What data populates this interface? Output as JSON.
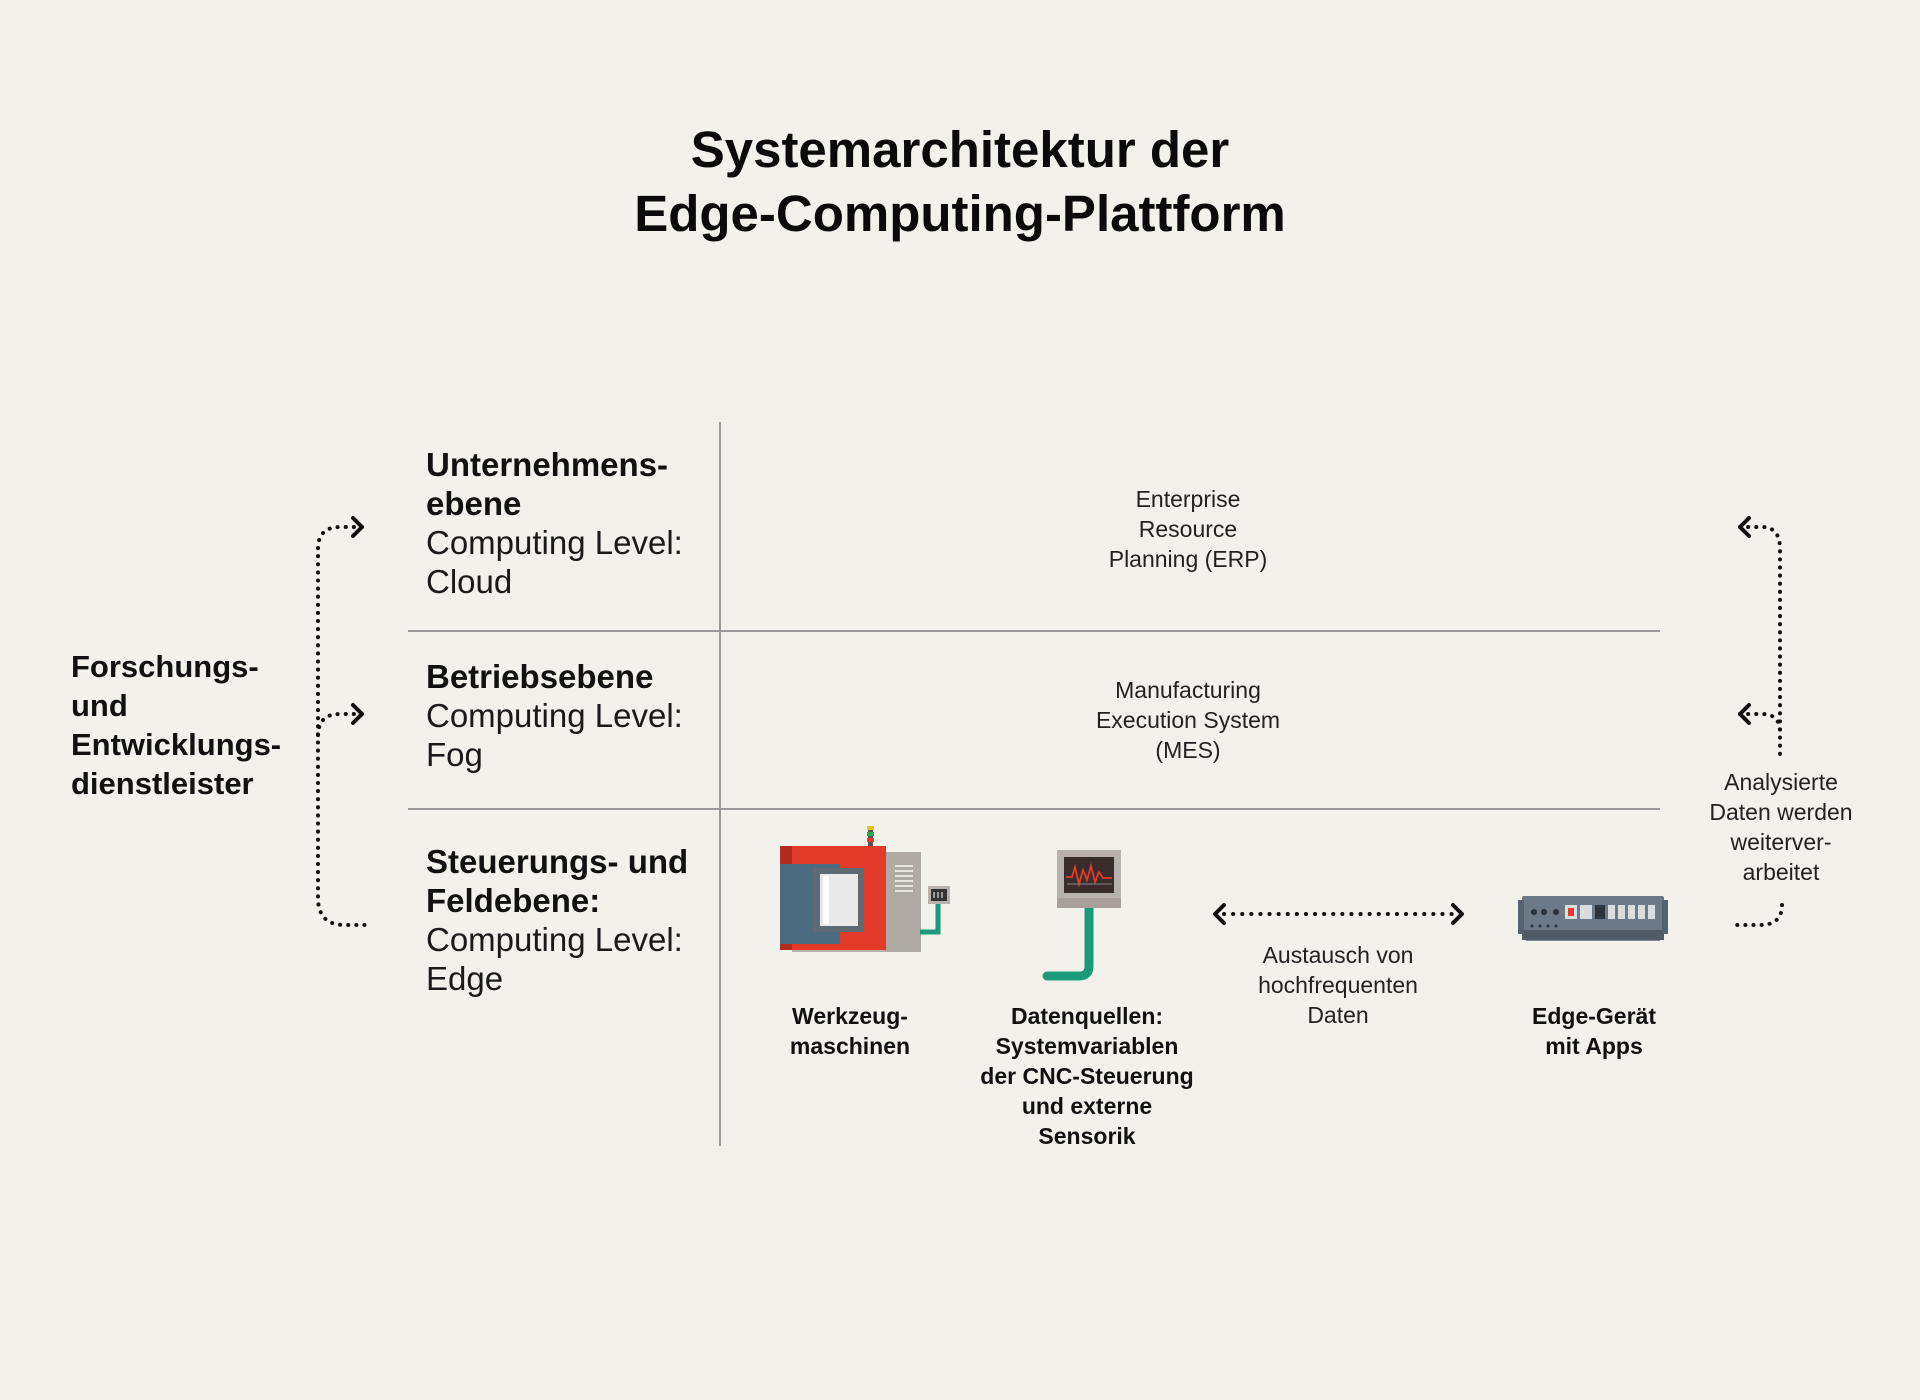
{
  "title": {
    "line1": "Systemarchitektur der",
    "line2": "Edge-Computing-Plattform"
  },
  "side_label": {
    "line1": "Forschungs-",
    "line2": "und",
    "line3": "Entwicklungs-",
    "line4": "dienstleister"
  },
  "levels": [
    {
      "name_line1": "Unternehmens-",
      "name_line2": "ebene",
      "computing_line1": "Computing Level:",
      "computing_line2": "Cloud",
      "system_line1": "Enterprise",
      "system_line2": "Resource",
      "system_line3": "Planning (ERP)"
    },
    {
      "name_line1": "Betriebsebene",
      "computing_line1": "Computing Level:",
      "computing_line2": "Fog",
      "system_line1": "Manufacturing",
      "system_line2": "Execution System",
      "system_line3": "(MES)"
    },
    {
      "name_line1": "Steuerungs- und",
      "name_line2": "Feldebene:",
      "computing_line1": "Computing Level:",
      "computing_line2": "Edge"
    }
  ],
  "components": {
    "machine": {
      "line1": "Werkzeug-",
      "line2": "maschinen",
      "icon": "cnc-machine-icon"
    },
    "datasources": {
      "line1": "Datenquellen:",
      "line2": "Systemvariablen",
      "line3": "der CNC-Steuerung",
      "line4": "und externe",
      "line5": "Sensorik",
      "icon": "monitor-sensor-icon"
    },
    "exchange": {
      "line1": "Austausch von",
      "line2": "hochfrequenten",
      "line3": "Daten"
    },
    "edge_device": {
      "line1": "Edge-Gerät",
      "line2": "mit Apps",
      "icon": "edge-device-icon"
    }
  },
  "right_note": {
    "line1": "Analysierte",
    "line2": "Daten werden",
    "line3": "weiterver-",
    "line4": "arbeitet"
  },
  "colors": {
    "background": "#f3f1ec",
    "grid_line": "#9a9a9a",
    "machine_red": "#e23b2a",
    "machine_blue": "#4a6b80",
    "cable_green": "#1a9a78"
  }
}
